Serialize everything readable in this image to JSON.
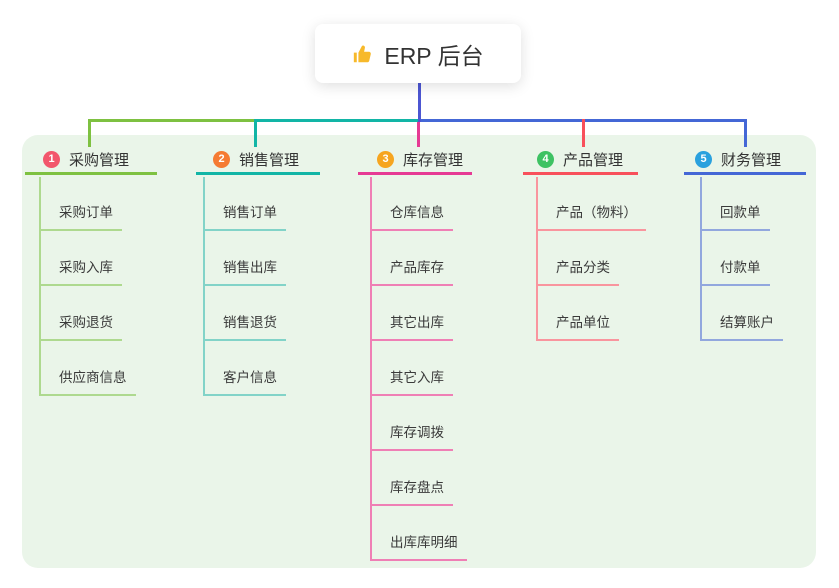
{
  "canvas": {
    "panel_bg": "#eaf5e9"
  },
  "root": {
    "title": "ERP 后台",
    "icon": "thumbs-up-icon",
    "icon_color": "#f7b92b",
    "connector_color": "#4c56d2"
  },
  "branches": [
    {
      "number": "1",
      "label": "采购管理",
      "badge_color": "#f2566c",
      "line_color": "#7ec141",
      "child_line_color": "#aed98f",
      "children": [
        "采购订单",
        "采购入库",
        "采购退货",
        "供应商信息"
      ]
    },
    {
      "number": "2",
      "label": "销售管理",
      "badge_color": "#f57b33",
      "line_color": "#12b5a6",
      "child_line_color": "#82d3c8",
      "children": [
        "销售订单",
        "销售出库",
        "销售退货",
        "客户信息"
      ]
    },
    {
      "number": "3",
      "label": "库存管理",
      "badge_color": "#f6a51f",
      "line_color": "#e63a94",
      "child_line_color": "#ef7fb5",
      "children": [
        "仓库信息",
        "产品库存",
        "其它出库",
        "其它入库",
        "库存调拨",
        "库存盘点",
        "出库库明细"
      ]
    },
    {
      "number": "4",
      "label": "产品管理",
      "badge_color": "#3ec263",
      "line_color": "#f8505b",
      "child_line_color": "#f9959e",
      "children": [
        "产品（物料）",
        "产品分类",
        "产品单位"
      ]
    },
    {
      "number": "5",
      "label": "财务管理",
      "badge_color": "#2aa1de",
      "line_color": "#4467d6",
      "child_line_color": "#92a7de",
      "children": [
        "回款单",
        "付款单",
        "结算账户"
      ]
    }
  ]
}
